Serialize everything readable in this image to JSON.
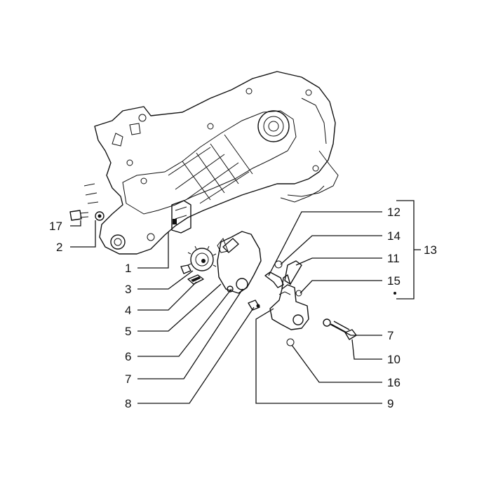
{
  "callouts": [
    "1",
    "2",
    "3",
    "4",
    "5",
    "6",
    "7",
    "8",
    "9",
    "10",
    "11",
    "12",
    "13",
    "14",
    "15",
    "16",
    "17"
  ],
  "callouts_right": {
    "c12": "12",
    "c14": "14",
    "c11": "11",
    "c15": "15",
    "c13": "13",
    "c7b": "7",
    "c10": "10",
    "c16": "16",
    "c9": "9"
  },
  "callouts_left": {
    "c17": "17",
    "c2": "2",
    "c1": "1",
    "c3": "3",
    "c4": "4",
    "c5": "5",
    "c6": "6",
    "c7a": "7",
    "c8": "8"
  }
}
